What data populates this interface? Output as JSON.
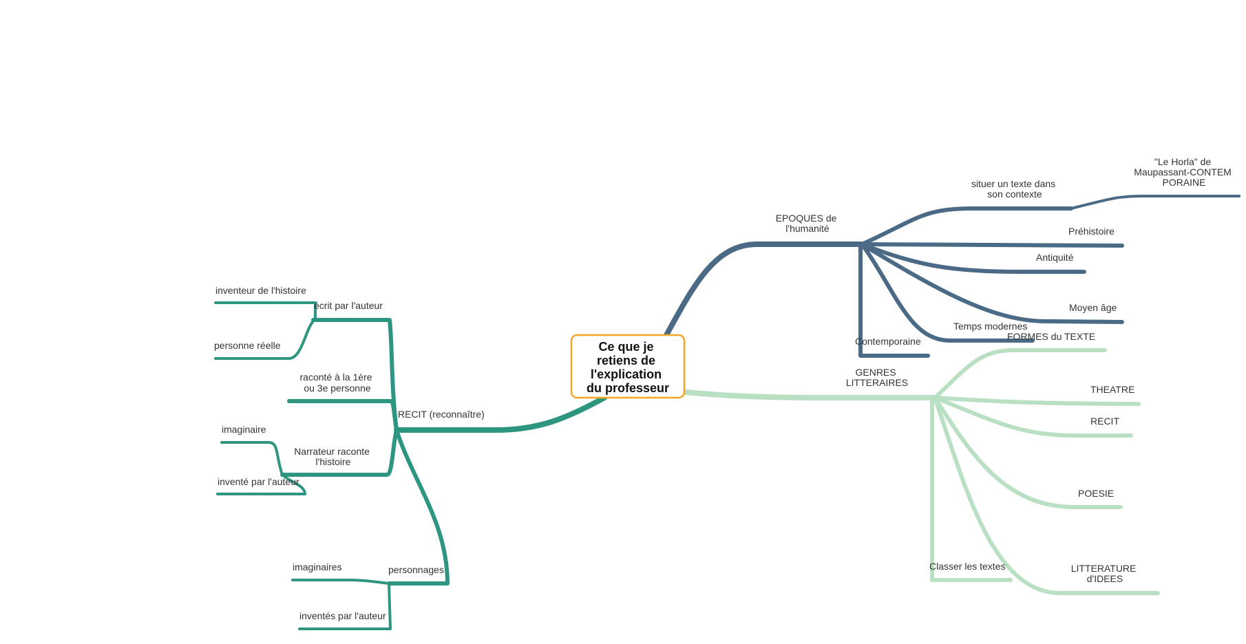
{
  "colors": {
    "epoques": "#4a6a86",
    "recit": "#2e9680",
    "genres": "#b9e0c2",
    "center_border": "#f5a623",
    "text": "#333333"
  },
  "center": {
    "lines": [
      "Ce que je",
      "retiens de",
      "l'explication",
      "du professeur"
    ]
  },
  "epoques": {
    "label": [
      "EPOQUES de",
      "l'humanité"
    ],
    "situer": [
      "situer un texte dans",
      "son contexte"
    ],
    "horla": [
      "\"Le Horla\" de",
      "Maupassant-CONTEM",
      "PORAINE"
    ],
    "prehistoire": "Préhistoire",
    "antiquite": "Antiquité",
    "moyen_age": "Moyen âge",
    "temps_modernes": "Temps modernes",
    "contemporaine": "Contemporaine"
  },
  "genres": {
    "label": [
      "GENRES",
      "LITTERAIRES"
    ],
    "formes": "FORMES du TEXTE",
    "theatre": "THEATRE",
    "recit": "RECIT",
    "poesie": "POESIE",
    "litterature": [
      "LITTERATURE",
      "d'IDEES"
    ],
    "classer": "Classer les textes"
  },
  "recit": {
    "label": "RECIT (reconnaître)",
    "ecrit": "écrit par l'auteur",
    "inventeur": "inventeur de l'histoire",
    "personne_reelle": "personne réelle",
    "raconte": [
      "raconté à la 1ère",
      "ou 3e personne"
    ],
    "narrateur": [
      "Narrateur raconte",
      "l'histoire"
    ],
    "imaginaire": "imaginaire",
    "invente": "inventé par l'auteur",
    "personnages": "personnages",
    "imaginaires": "imaginaires",
    "inventes": "inventés par l'auteur"
  }
}
